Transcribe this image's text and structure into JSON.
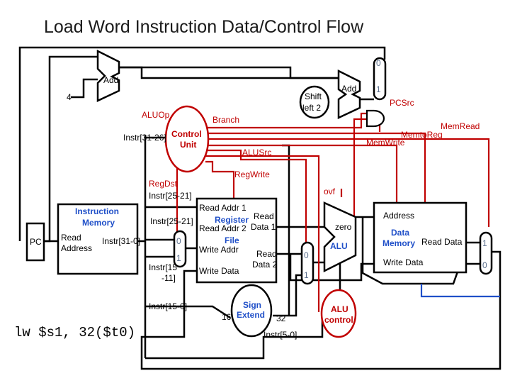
{
  "title": "Load Word Instruction Data/Control Flow",
  "instruction": "lw $s1, 32($t0)",
  "labels": {
    "add_top": "Add",
    "add_right": "Add",
    "four": "4",
    "shift_left_1": "Shift",
    "shift_left_2": "left 2",
    "pcsrc": "PCSrc",
    "aluop": "ALUOp",
    "branch": "Branch",
    "memread": "MemRead",
    "memtoreg": "MemtoReg",
    "memwrite": "MemWrite",
    "instr_31_26": "Instr[31-26]",
    "control_unit_1": "Control",
    "control_unit_2": "Unit",
    "alusrc": "ALUSrc",
    "regwrite": "RegWrite",
    "regdst": "RegDst",
    "ovf": "ovf",
    "instr_25_21_a": "Instr[25-21]",
    "instr_25_21_b": "Instr[25-21]",
    "instr_mem_1": "Instruction",
    "instr_mem_2": "Memory",
    "pc": "PC",
    "read_addr_1": "Read",
    "read_addr_2": "Address",
    "instr_31_0": "Instr[31-0]",
    "rf_read_addr1": "Read Addr 1",
    "rf_read": "Read",
    "rf_register": "Register",
    "rf_data1": "Data 1",
    "rf_read_addr2": "Read Addr 2",
    "rf_file": "File",
    "rf_write_addr": "Write Addr",
    "rf_read2_a": "Read",
    "rf_read2_b": "Data 2",
    "rf_write_data": "Write Data",
    "instr_15_11_a": "Instr[15",
    "instr_15_11_b": "-11]",
    "instr_15_0": "Instr[15-0]",
    "zero": "zero",
    "alu": "ALU",
    "address": "Address",
    "data_mem_1": "Data",
    "data_mem_2": "Memory",
    "dm_read_data": "Read Data",
    "dm_write_data": "Write Data",
    "sign_1": "Sign",
    "sign_2": "Extend",
    "sixteen": "16",
    "thirtytwo": "32",
    "instr_5_0": "Instr[5-0]",
    "alu_control_1": "ALU",
    "alu_control_2": "control",
    "mux_pc_0": "0",
    "mux_pc_1": "1",
    "mux_rd_0": "0",
    "mux_rd_1": "1",
    "mux_alu_0": "0",
    "mux_alu_1": "1",
    "mux_wb_1": "1",
    "mux_wb_0": "0"
  },
  "colors": {
    "datapath": "#000000",
    "control": "#c00000",
    "muted": "#5a6e8c",
    "highlight": "#1f4fc8"
  }
}
